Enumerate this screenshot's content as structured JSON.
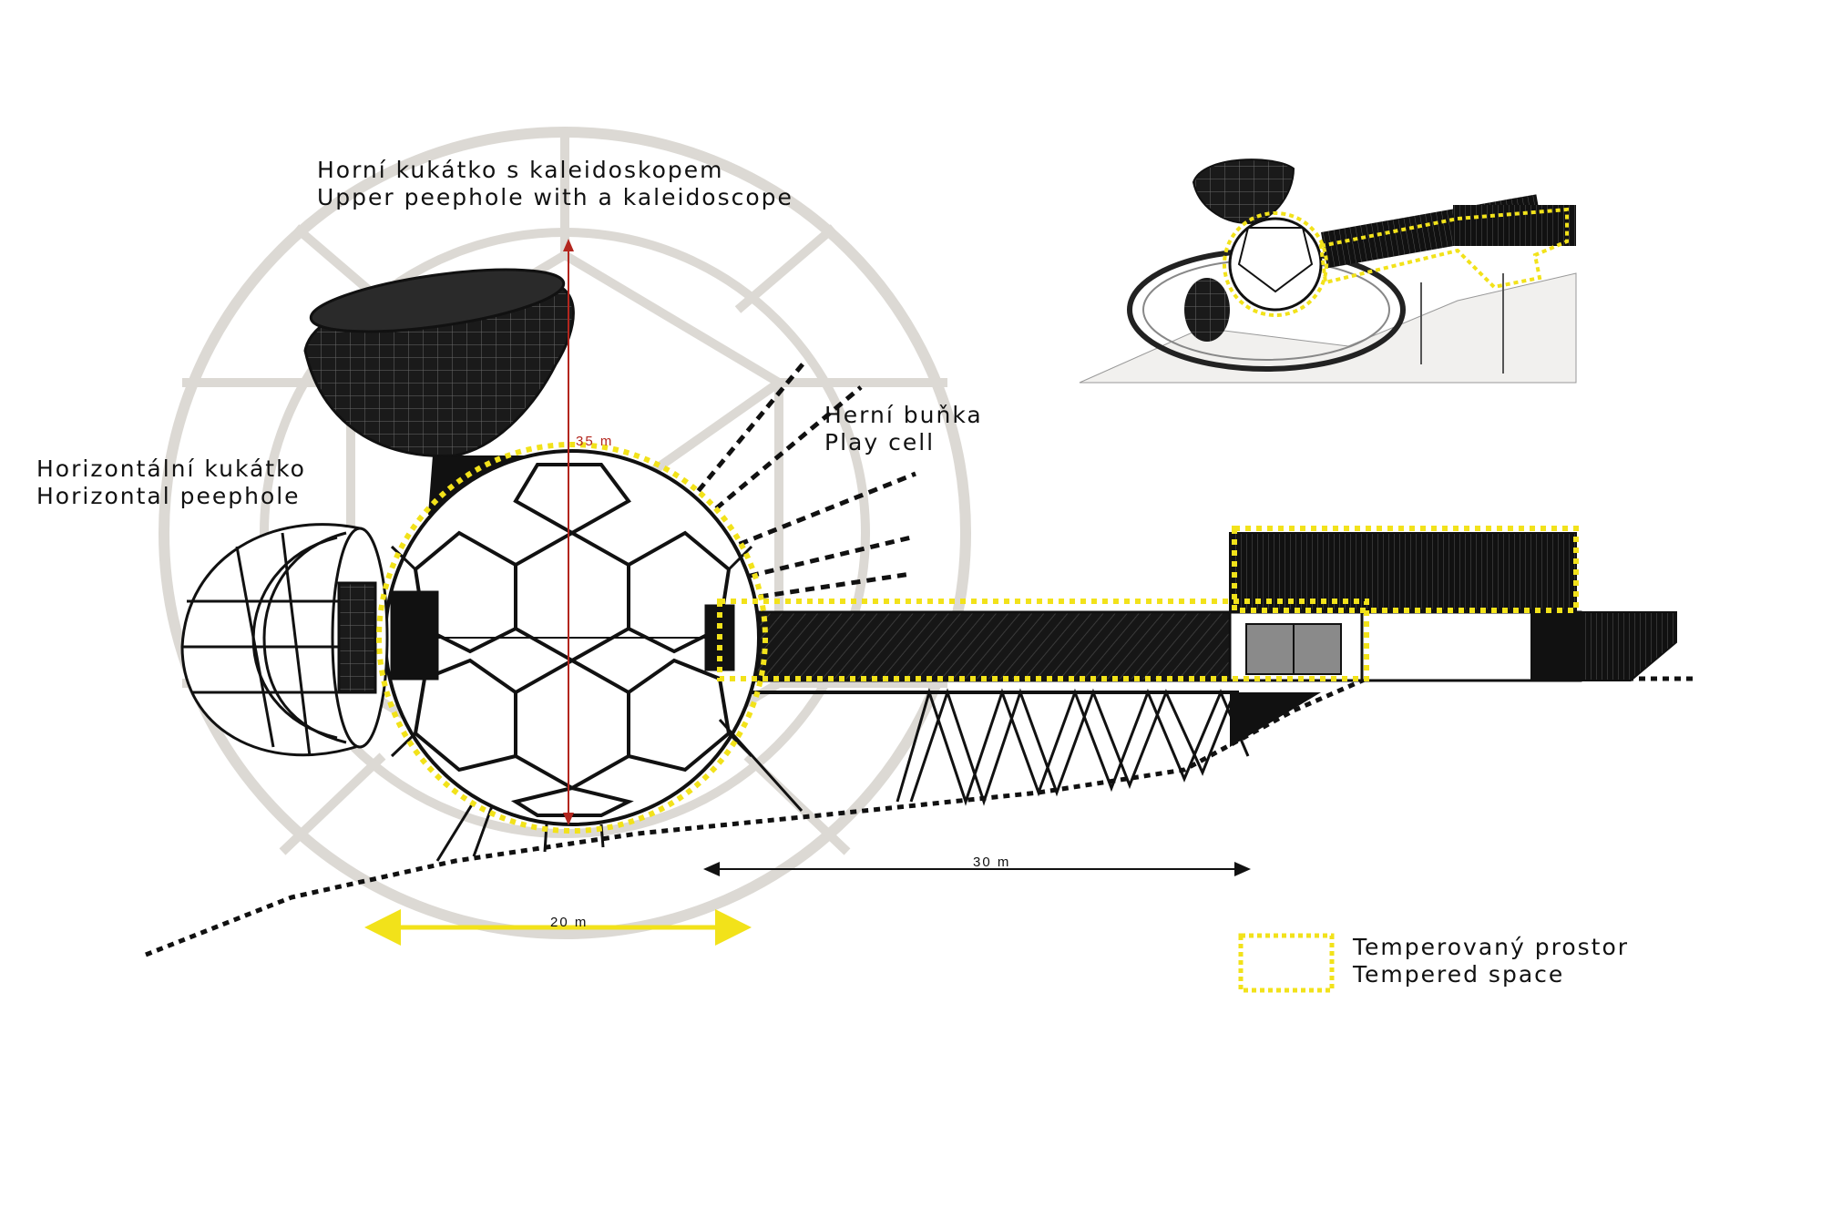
{
  "labels": {
    "upper_peephole_cz": "Horní kukátko s kaleidoskopem",
    "upper_peephole_en": "Upper peephole with a kaleidoscope",
    "play_cell_cz": "Herní buňka",
    "play_cell_en": "Play cell",
    "horizontal_peephole_cz": "Horizontální kukátko",
    "horizontal_peephole_en": "Horizontal peephole"
  },
  "dimensions": {
    "height": "35 m",
    "sphere_width": "20 m",
    "walkway_length": "30 m"
  },
  "legend": {
    "label_cz": "Temperovaný prostor",
    "label_en": "Tempered space"
  },
  "colors": {
    "tempered_outline": "#f2e21a",
    "height_dimension": "#b3261e",
    "width_dimension": "#f2e21a",
    "structure": "#111111",
    "ghost_structure": "#dcd9d4"
  }
}
